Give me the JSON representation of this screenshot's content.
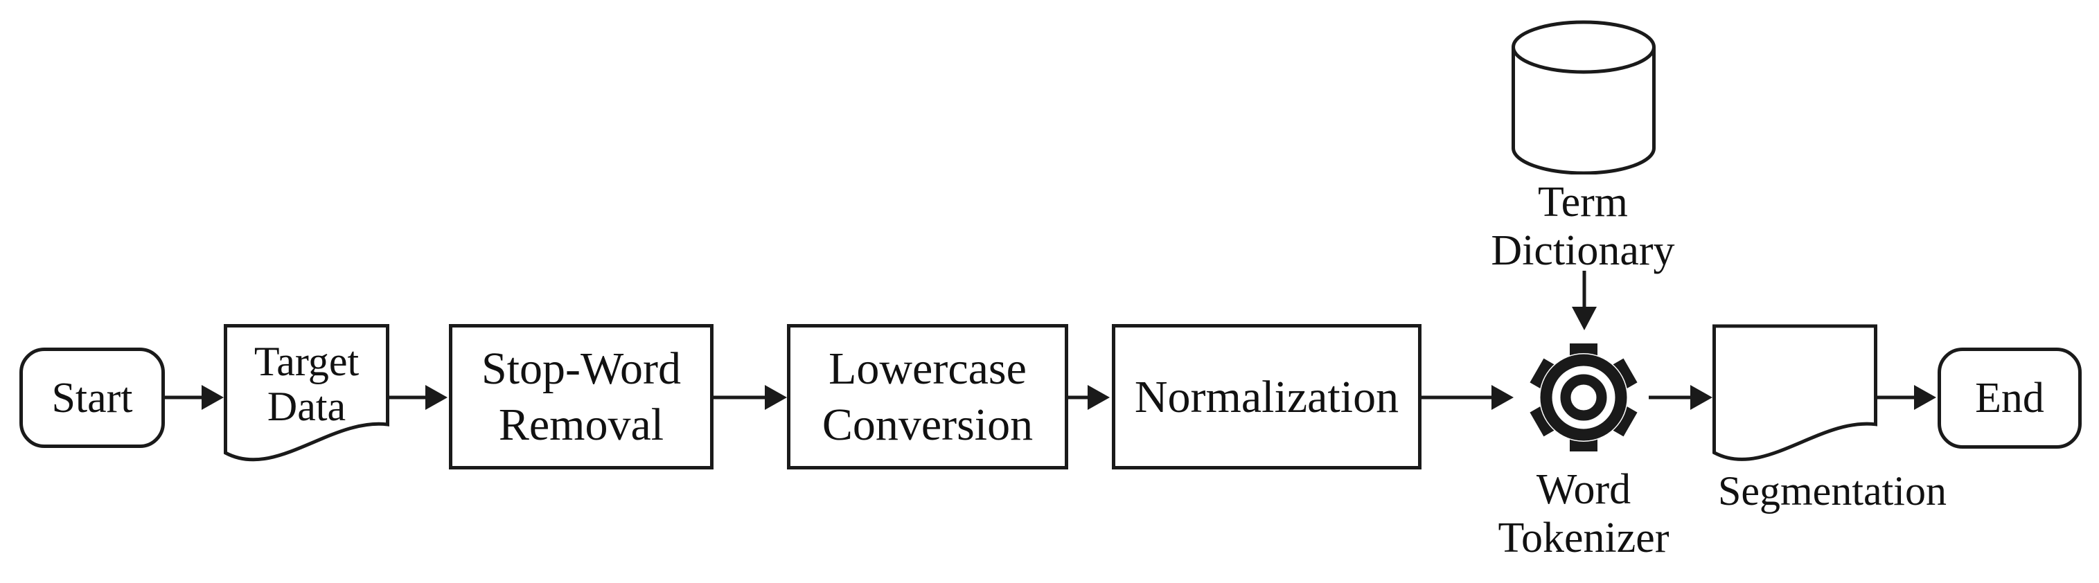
{
  "diagram": {
    "background": "#ffffff",
    "stroke_color": "#1a1a1a",
    "text_color": "#111111",
    "nodes": {
      "start": {
        "shape": "rounded-terminal",
        "label": "Start"
      },
      "target_data": {
        "shape": "document",
        "lines": [
          "Target",
          "Data"
        ]
      },
      "stop_word_removal": {
        "shape": "process",
        "lines": [
          "Stop-Word",
          "Removal"
        ]
      },
      "lowercase_conversion": {
        "shape": "process",
        "lines": [
          "Lowercase",
          "Conversion"
        ]
      },
      "normalization": {
        "shape": "process",
        "label": "Normalization"
      },
      "word_tokenizer": {
        "shape": "gear-icon",
        "lines": [
          "Word",
          "Tokenizer"
        ]
      },
      "segmentation": {
        "shape": "document",
        "label": "Segmentation"
      },
      "end": {
        "shape": "rounded-terminal",
        "label": "End"
      },
      "term_dictionary": {
        "shape": "database-cylinder",
        "lines": [
          "Term",
          "Dictionary"
        ]
      }
    },
    "edges": [
      {
        "from": "start",
        "to": "target_data"
      },
      {
        "from": "target_data",
        "to": "stop_word_removal"
      },
      {
        "from": "stop_word_removal",
        "to": "lowercase_conversion"
      },
      {
        "from": "lowercase_conversion",
        "to": "normalization"
      },
      {
        "from": "normalization",
        "to": "word_tokenizer"
      },
      {
        "from": "term_dictionary",
        "to": "word_tokenizer"
      },
      {
        "from": "word_tokenizer",
        "to": "segmentation"
      },
      {
        "from": "segmentation",
        "to": "end"
      }
    ]
  }
}
